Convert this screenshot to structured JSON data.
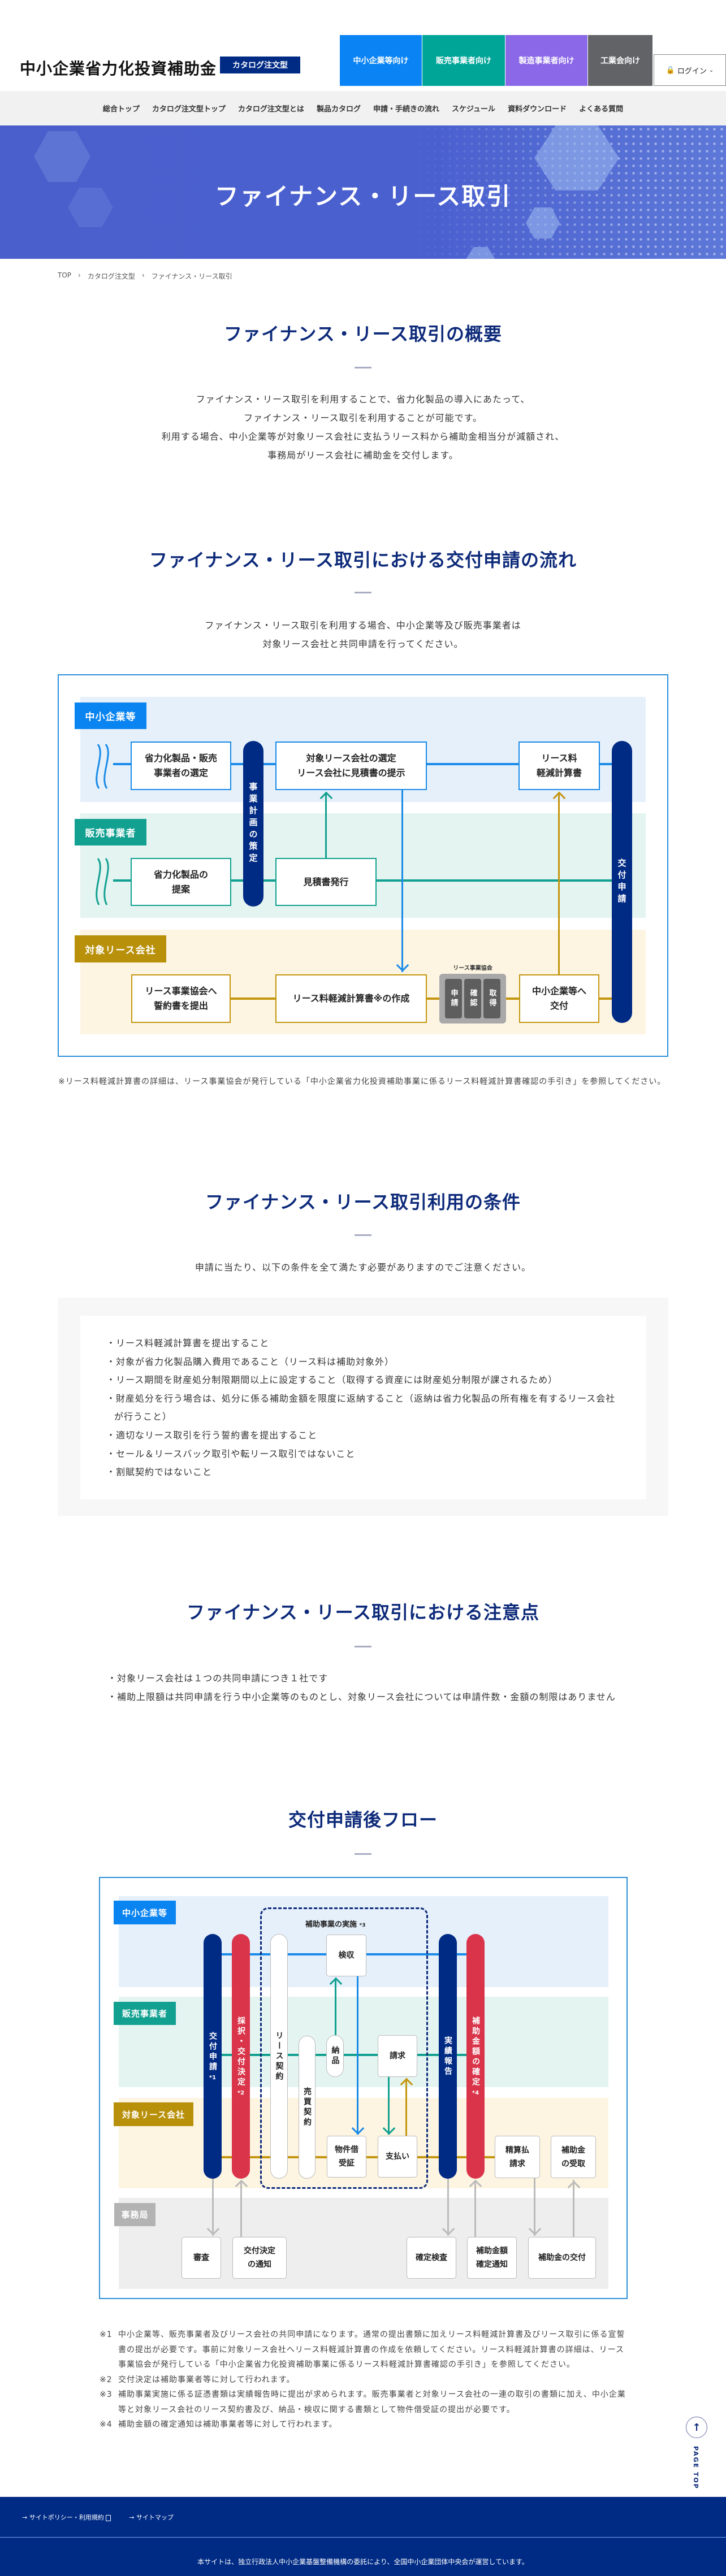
{
  "header": {
    "logo": "中小企業省力化投資補助金",
    "badge": "カタログ注文型",
    "audience_buttons": [
      {
        "label": "中小企業等向け",
        "color": "#0a84f5"
      },
      {
        "label": "販売事業者向け",
        "color": "#00a598"
      },
      {
        "label": "製造事業者向け",
        "color": "#8b68e8"
      },
      {
        "label": "工業会向け",
        "color": "#616366"
      }
    ],
    "login": "ログイン"
  },
  "global_nav": [
    "総合トップ",
    "カタログ注文型トップ",
    "カタログ注文型とは",
    "製品カタログ",
    "申請・手続きの流れ",
    "スケジュール",
    "資料ダウンロード",
    "よくある質問"
  ],
  "hero": {
    "title": "ファイナンス・リース取引"
  },
  "breadcrumb": [
    "TOP",
    "カタログ注文型",
    "ファイナンス・リース取引"
  ],
  "overview": {
    "title": "ファイナンス・リース取引の概要",
    "lines": [
      "ファイナンス・リース取引を利用することで、省力化製品の導入にあたって、",
      "ファイナンス・リース取引を利用することが可能です。",
      "利用する場合、中小企業等が対象リース会社に支払うリース料から補助金相当分が減額され、",
      "事務局がリース会社に補助金を交付します。"
    ]
  },
  "flow": {
    "title": "ファイナンス・リース取引における交付申請の流れ",
    "lines": [
      "ファイナンス・リース取引を利用する場合、中小企業等及び販売事業者は",
      "対象リース会社と共同申請を行ってください。"
    ],
    "lanes": [
      "中小企業等",
      "販売事業者",
      "対象リース会社"
    ],
    "boxes": {
      "select_product": "省力化製品・販売\n事業者の選定",
      "select_lease": "対象リース会社の選定\nリース会社に見積書の提示",
      "calc_doc": "リース料\n軽減計算書",
      "propose": "省力化製品の\n提案",
      "quote": "見積書発行",
      "pledge": "リース事業協会へ\n誓約書を提出",
      "create_calc": "リース料軽減計算書※の作成",
      "deliver": "中小企業等へ\n交付"
    },
    "pills": {
      "plan": "事業計画の策定",
      "apply": "交付申請"
    },
    "association": {
      "label": "リース事業協会",
      "steps": [
        "申請",
        "確認",
        "取得"
      ]
    },
    "note": "※リース料軽減計算書の詳細は、リース事業協会が発行している「中小企業省力化投資補助事業に係るリース料軽減計算書確認の手引き」を参照してください。"
  },
  "conditions": {
    "title": "ファイナンス・リース取引利用の条件",
    "intro": "申請に当たり、以下の条件を全て満たす必要がありますのでご注意ください。",
    "items": [
      "リース料軽減計算書を提出すること",
      "対象が省力化製品購入費用であること（リース料は補助対象外）",
      "リース期間を財産処分制限期間以上に設定すること（取得する資産には財産処分制限が課されるため）",
      "財産処分を行う場合は、処分に係る補助金額を限度に返納すること（返納は省力化製品の所有権を有するリース会社が行うこと）",
      "適切なリース取引を行う誓約書を提出すること",
      "セール＆リースバック取引や転リース取引ではないこと",
      "割賦契約ではないこと"
    ]
  },
  "cautions": {
    "title": "ファイナンス・リース取引における注意点",
    "items": [
      "対象リース会社は１つの共同申請につき１社です",
      "補助上限額は共同申請を行う中小企業等のものとし、対象リース会社については申請件数・金額の制限はありません"
    ]
  },
  "after_flow": {
    "title": "交付申請後フロー",
    "lanes": [
      "中小企業等",
      "販売事業者",
      "対象リース会社",
      "事務局"
    ],
    "implementation_label": "補助事業の実施",
    "implementation_mark": "*3",
    "pills": {
      "apply": "交付申請",
      "apply_mark": "*1",
      "adopt": "採択・交付決定",
      "adopt_mark": "*2",
      "lease_contract": "リース契約",
      "sales_contract": "売買契約",
      "delivery": "納品",
      "report": "実績報告",
      "confirm": "補助金額の確定",
      "confirm_mark": "*4"
    },
    "boxes": {
      "inspection": "検収",
      "invoice": "請求",
      "receipt": "物件借\n受証",
      "payment": "支払い",
      "settle_request": "精算払\n請求",
      "receive": "補助金\nの受取",
      "review": "審査",
      "decision_notice": "交付決定\nの通知",
      "final_inspection": "確定検査",
      "amount_notice": "補助金額\n確定通知",
      "grant": "補助金の交付"
    },
    "notes": [
      {
        "mark": "※1",
        "text": "中小企業等、販売事業者及びリース会社の共同申請になります。通常の提出書類に加えリース料軽減計算書及びリース取引に係る宣誓書の提出が必要です。事前に対象リース会社へリース料軽減計算書の作成を依頼してください。リース料軽減計算書の詳細は、リース事業協会が発行している「中小企業省力化投資補助事業に係るリース料軽減計算書確認の手引き」を参照してください。"
      },
      {
        "mark": "※2",
        "text": "交付決定は補助事業者等に対して行われます。"
      },
      {
        "mark": "※3",
        "text": "補助事業実施に係る証憑書類は実績報告時に提出が求められます。販売事業者と対象リース会社の一連の取引の書類に加え、中小企業等と対象リース会社のリース契約書及び、納品・検収に関する書類として物件借受証の提出が必要です。"
      },
      {
        "mark": "※4",
        "text": "補助金額の確定通知は補助事業者等に対して行われます。"
      }
    ]
  },
  "page_top": "PAGE TOP",
  "footer": {
    "links": [
      "サイトポリシー・利用規約",
      "サイトマップ"
    ],
    "copyright": "本サイトは、独立行政法人中小企業基盤整備機構の委託により、全国中小企業団体中央会が運営しています。"
  }
}
